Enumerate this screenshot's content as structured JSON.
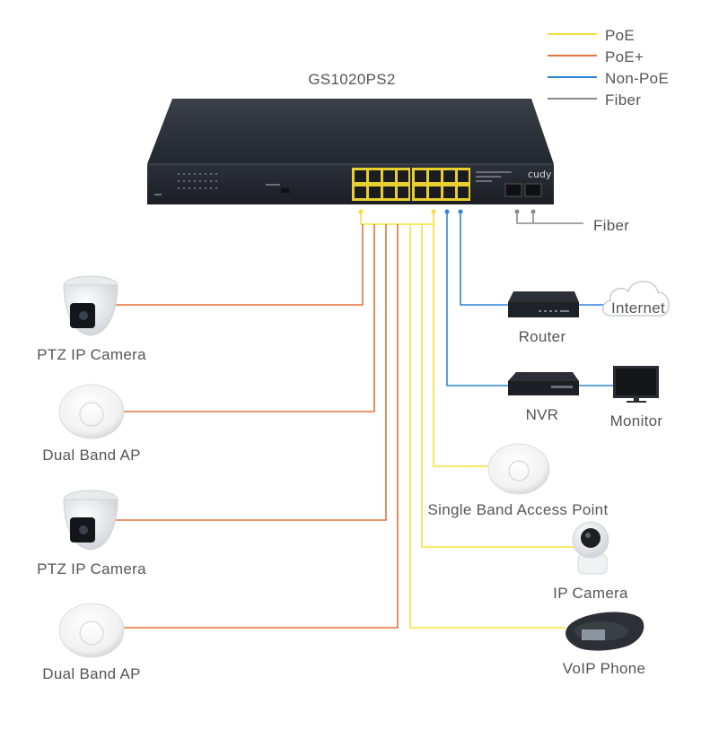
{
  "switch": {
    "model": "GS1020PS2",
    "brand": "cudy"
  },
  "legend": [
    {
      "label": "PoE",
      "color": "#f5e03a"
    },
    {
      "label": "PoE+",
      "color": "#e0743a"
    },
    {
      "label": "Non-PoE",
      "color": "#2f86d6"
    },
    {
      "label": "Fiber",
      "color": "#8a8a8a"
    }
  ],
  "connections": {
    "fiber": "Fiber",
    "router": "Router",
    "internet": "Internet",
    "nvr": "NVR",
    "monitor": "Monitor",
    "single_band_ap": "Single Band Access Point",
    "ip_camera": "IP Camera",
    "voip_phone": "VoIP Phone",
    "ptz_camera_1": "PTZ IP Camera",
    "dual_band_ap_1": "Dual Band AP",
    "ptz_camera_2": "PTZ IP Camera",
    "dual_band_ap_2": "Dual Band AP"
  },
  "colors": {
    "poe": "#f5e03a",
    "poe_plus": "#e0743a",
    "non_poe": "#2f86d6",
    "fiber": "#8a8a8a"
  }
}
